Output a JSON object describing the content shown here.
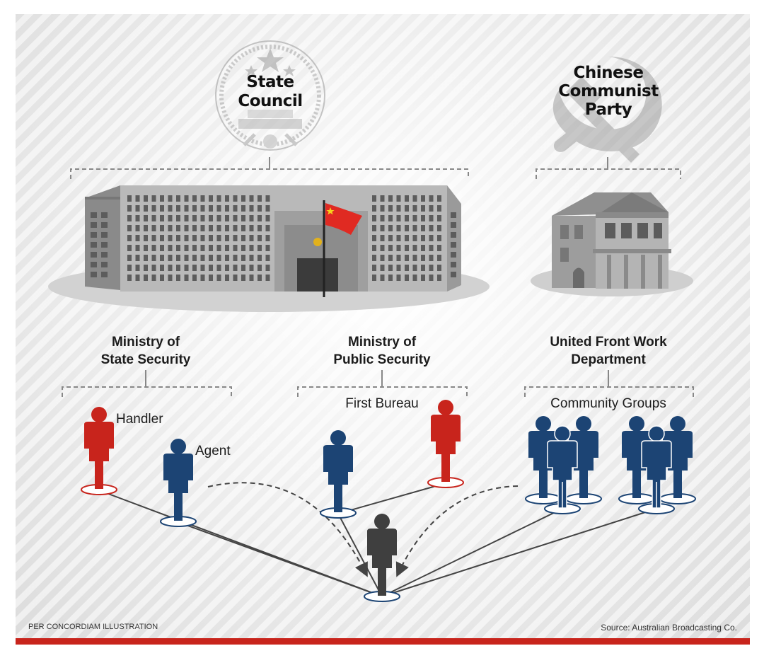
{
  "nodes": {
    "state_council": "State\nCouncil",
    "ccp": "Chinese\nCommunist\nParty",
    "mss": "Ministry of\nState Security",
    "mps": "Ministry of\nPublic Security",
    "ufwd": "United Front Work\nDepartment",
    "first_bureau": "First Bureau",
    "community_groups": "Community Groups",
    "handler": "Handler",
    "agent": "Agent"
  },
  "footer": {
    "credit": "PER CONCORDIAM ILLUSTRATION",
    "source": "Source: Australian Broadcasting Co."
  },
  "colors": {
    "red": "#c8241c",
    "blue": "#1c4474",
    "gray_figure": "#3f3f3f",
    "bar": "#c8241c"
  },
  "icons": [
    "national-emblem-icon",
    "hammer-sickle-icon",
    "government-building-icon",
    "party-building-icon",
    "flag-icon",
    "person-icon"
  ]
}
